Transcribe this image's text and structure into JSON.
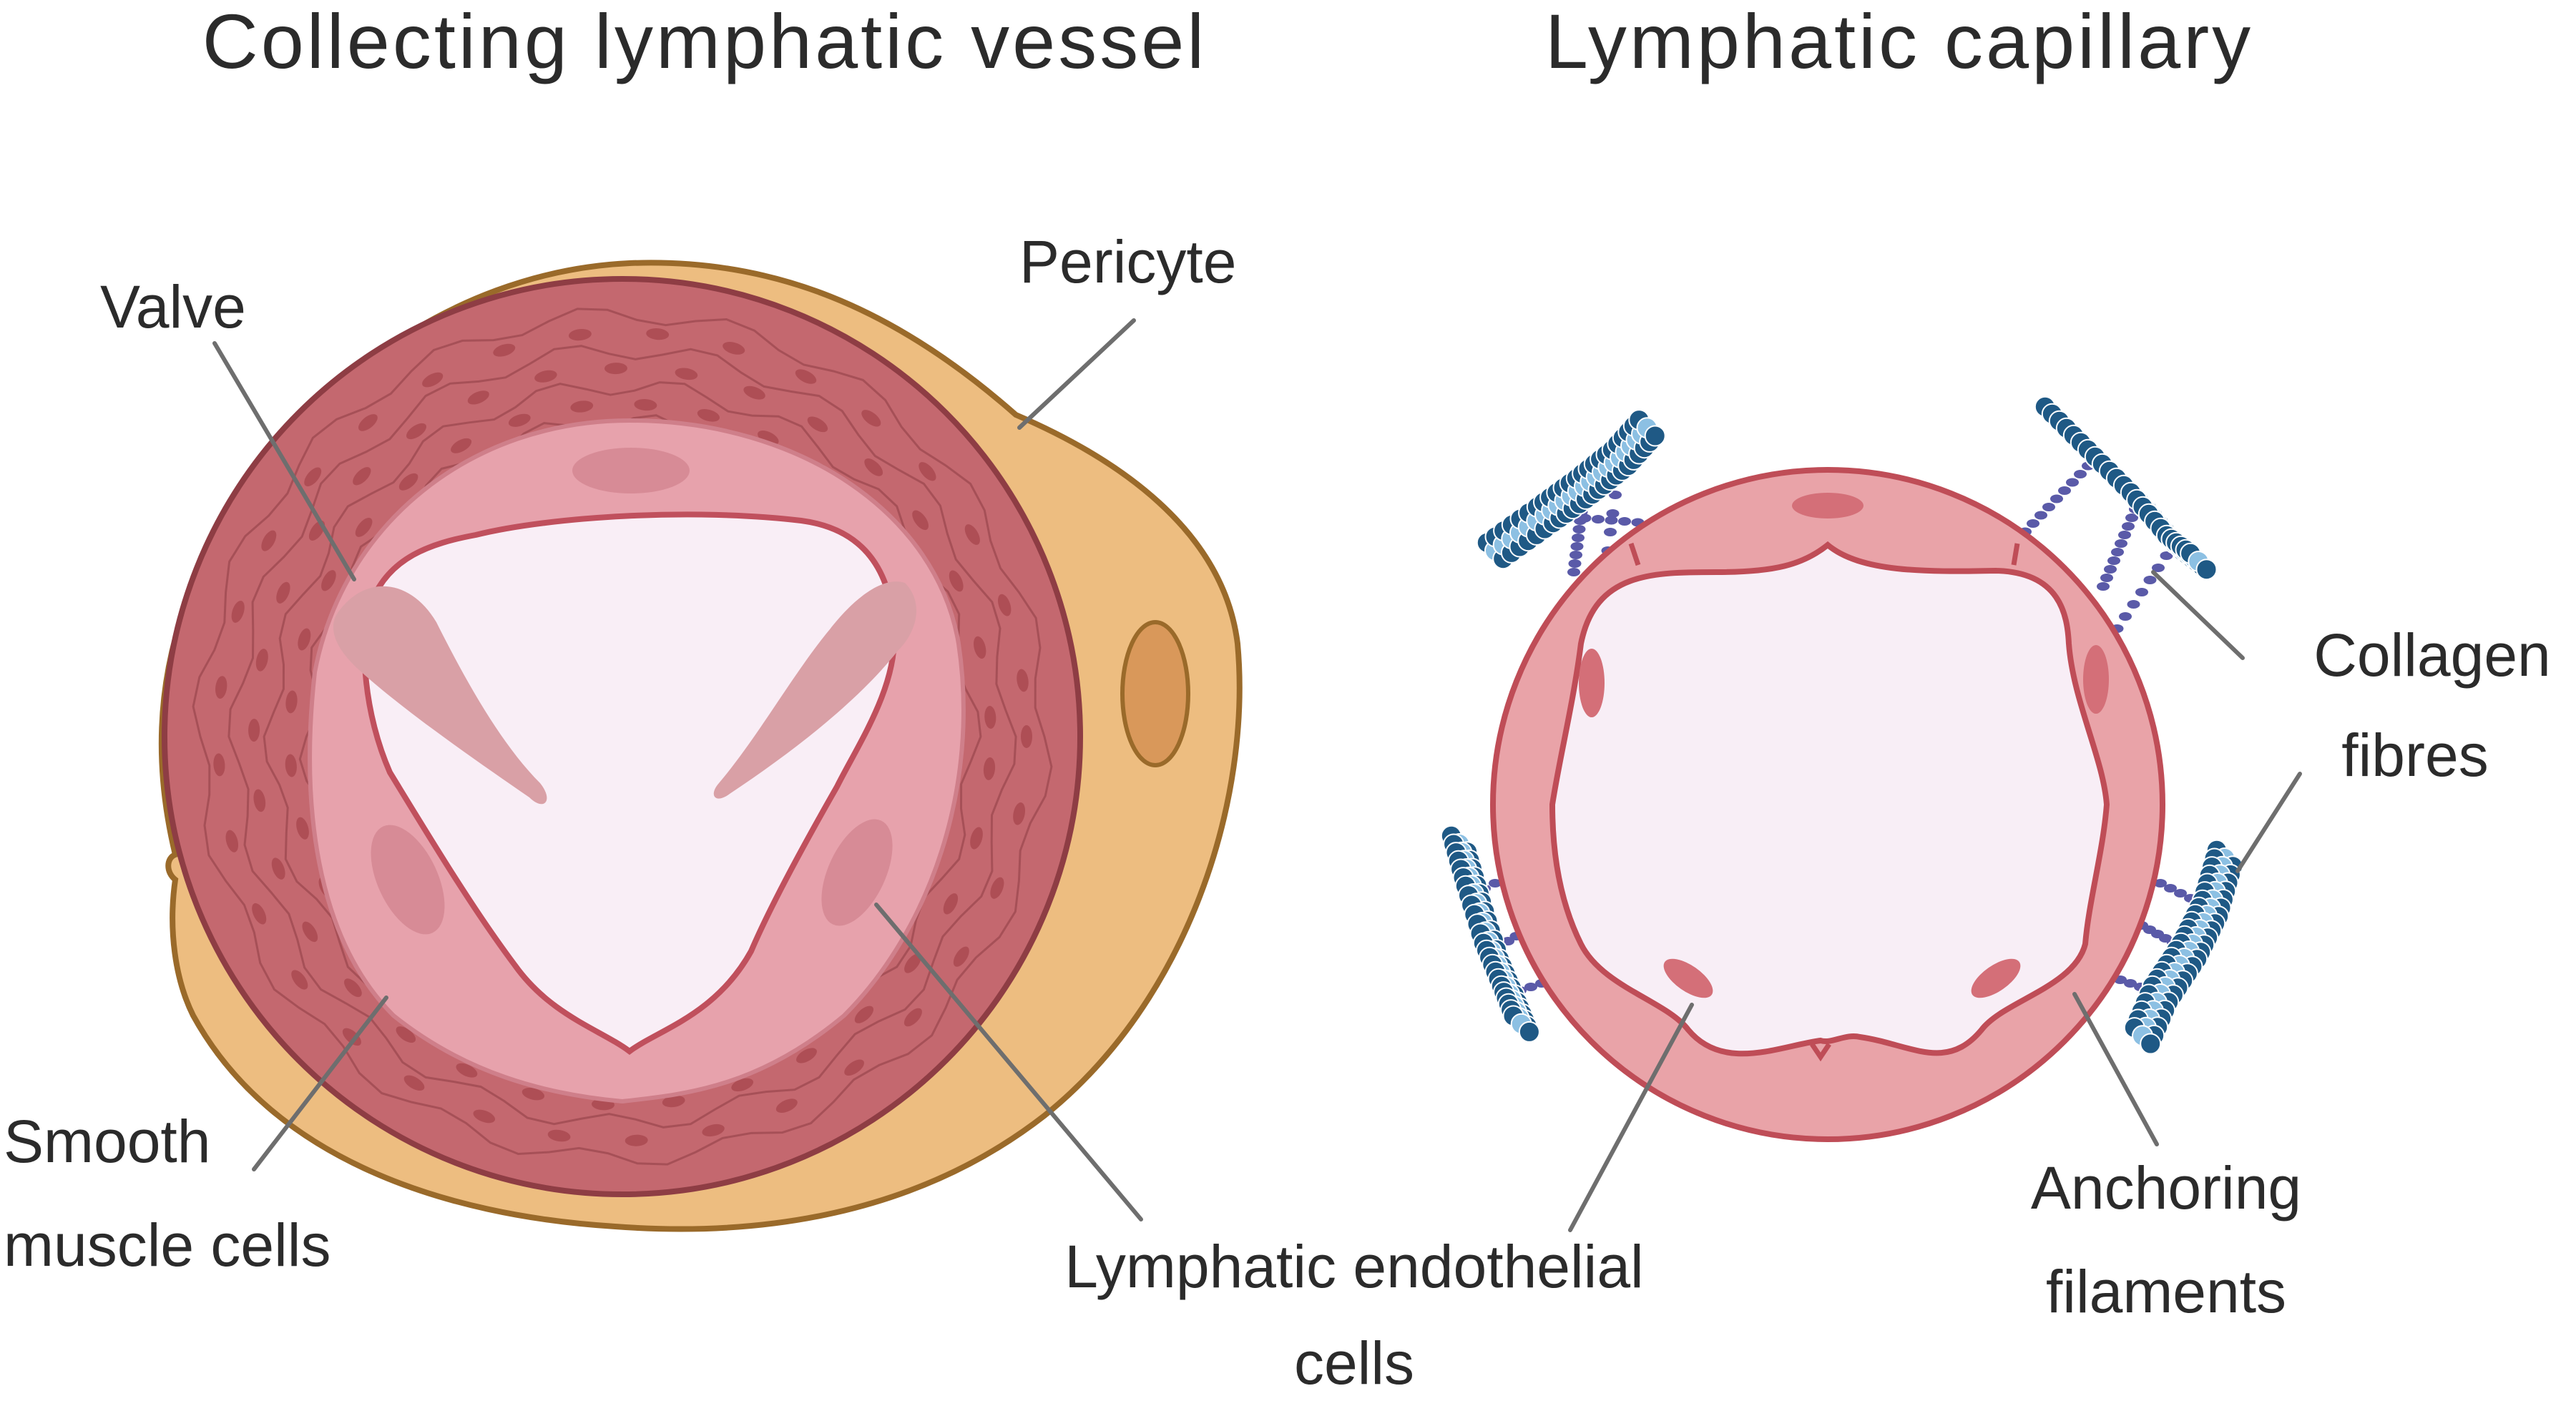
{
  "titles": {
    "left": "Collecting lymphatic vessel",
    "right": "Lymphatic capillary"
  },
  "labels": {
    "valve": "Valve",
    "pericyte": "Pericyte",
    "smooth_line1": "Smooth",
    "smooth_line2": "muscle cells",
    "lec_line1": "Lymphatic endothelial",
    "lec_line2": "cells",
    "collagen_line1": "Collagen",
    "collagen_line2": "fibres",
    "anchor_line1": "Anchoring",
    "anchor_line2": "filaments"
  },
  "colors": {
    "pericyte_fill": "#edbd80",
    "pericyte_stroke": "#9a6a2a",
    "muscle_fill": "#c4686f",
    "muscle_stroke": "#8e3d44",
    "endothelium_fill": "#e7a2ac",
    "endothelium_stroke": "#c0505d",
    "lumen_fill": "#f9eef6",
    "valve_fill": "#d9a0a6",
    "capillary_wall_fill": "#e9a3a8",
    "capillary_wall_stroke": "#bf4d57",
    "collagen_dark": "#1f5985",
    "collagen_light": "#8cc0e3",
    "anchoring_filament": "#5a5aa8",
    "leader_line": "#6e6e6e",
    "text": "#2b2b2b"
  }
}
